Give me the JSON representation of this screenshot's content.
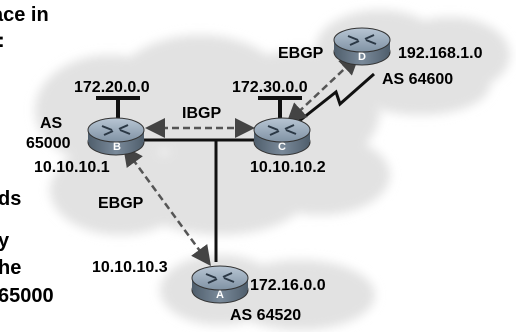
{
  "side_text": [
    "ace in",
    ":",
    "ds",
    "y",
    "he",
    "65000"
  ],
  "routers": {
    "A": {
      "letter": "A",
      "as_label": "AS 64520",
      "network": "172.16.0.0",
      "ip": "10.10.10.3"
    },
    "B": {
      "letter": "B",
      "as_label": "AS",
      "as_number": "65000",
      "network": "172.20.0.0",
      "ip": "10.10.10.1"
    },
    "C": {
      "letter": "C",
      "network": "172.30.0.0",
      "ip": "10.10.10.2"
    },
    "D": {
      "letter": "D",
      "as_label": "AS 64600",
      "network": "192.168.1.0"
    }
  },
  "links": {
    "ibgp_label": "IBGP",
    "ebgp_cd_label": "EBGP",
    "ebgp_ab_label": "EBGP"
  },
  "colors": {
    "cloud": "#e3e3e3",
    "router_body": "#6a7a8a",
    "router_top": "#9aabbc",
    "line": "#111111",
    "bgp_arrow": "#555555"
  }
}
